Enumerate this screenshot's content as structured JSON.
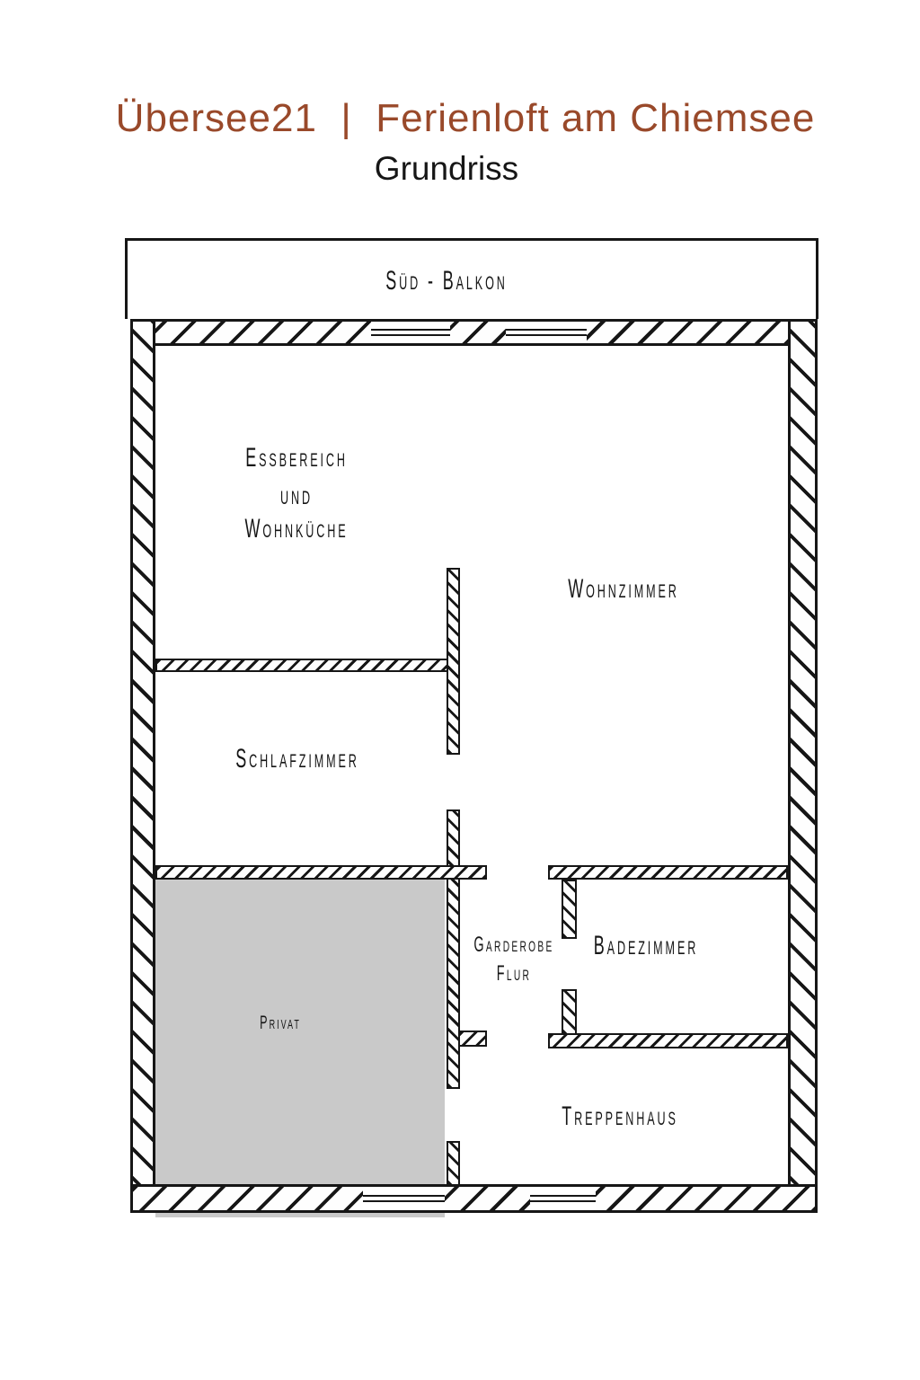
{
  "header": {
    "title": "Übersee21  |  Ferienloft am Chiemsee",
    "subtitle": "Grundriss",
    "title_color": "#99492a"
  },
  "floorplan": {
    "balcony_label": "Süd - Balkon",
    "room_labels": {
      "essbereich_line1": "Essbereich",
      "essbereich_line2": "und",
      "essbereich_line3": "Wohnküche",
      "wohnzimmer": "Wohnzimmer",
      "schlafzimmer": "Schlafzimmer",
      "garderobe": "Garderobe",
      "flur": "Flur",
      "badezimmer": "Badezimmer",
      "privat": "Privat",
      "treppenhaus": "Treppenhaus"
    },
    "colors": {
      "wall_line": "#161616",
      "privat_fill": "#c9c9c9",
      "paper": "#ffffff"
    }
  }
}
